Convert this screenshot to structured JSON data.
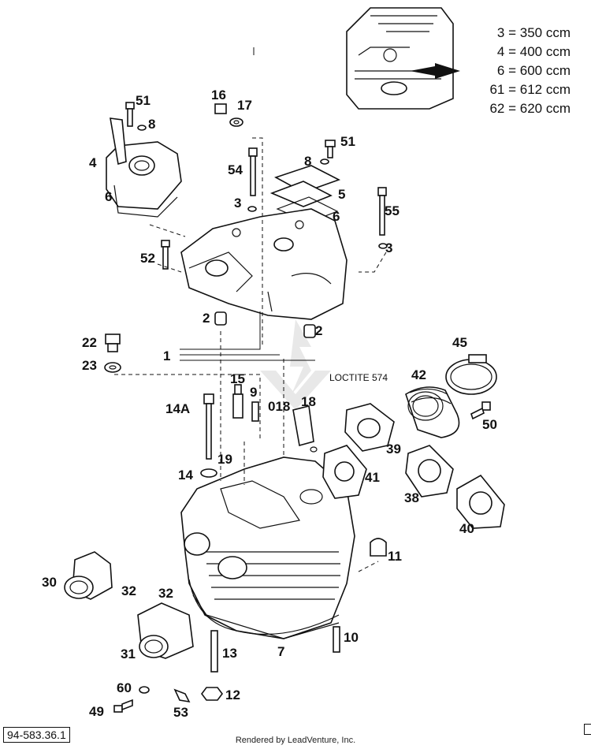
{
  "legend": [
    "3 = 350 ccm",
    "4 = 400 ccm",
    "6 = 600 ccm",
    "61 = 612 ccm",
    "62 = 620 ccm"
  ],
  "note_loctite": "LOCTITE 574",
  "reference_code": "94-583.36.1",
  "footer": "Rendered by LeadVenture, Inc.",
  "callouts": {
    "c1": "1",
    "c2a": "2",
    "c2b": "2",
    "c3a": "3",
    "c3b": "3",
    "c4": "4",
    "c5": "5",
    "c6a": "6",
    "c6b": "6",
    "c7": "7",
    "c8a": "8",
    "c8b": "8",
    "c9": "9",
    "c10": "10",
    "c11": "11",
    "c12": "12",
    "c13": "13",
    "c14": "14",
    "c14a": "14A",
    "c15": "15",
    "c16": "16",
    "c17": "17",
    "c018": "018",
    "c18": "18",
    "c19": "19",
    "c22": "22",
    "c23": "23",
    "c30": "30",
    "c31": "31",
    "c32a": "32",
    "c32b": "32",
    "c38": "38",
    "c39": "39",
    "c40": "40",
    "c41": "41",
    "c42": "42",
    "c45": "45",
    "c49": "49",
    "c50": "50",
    "c51a": "51",
    "c51b": "51",
    "c52": "52",
    "c53": "53",
    "c54": "54",
    "c55": "55",
    "c60": "60"
  }
}
